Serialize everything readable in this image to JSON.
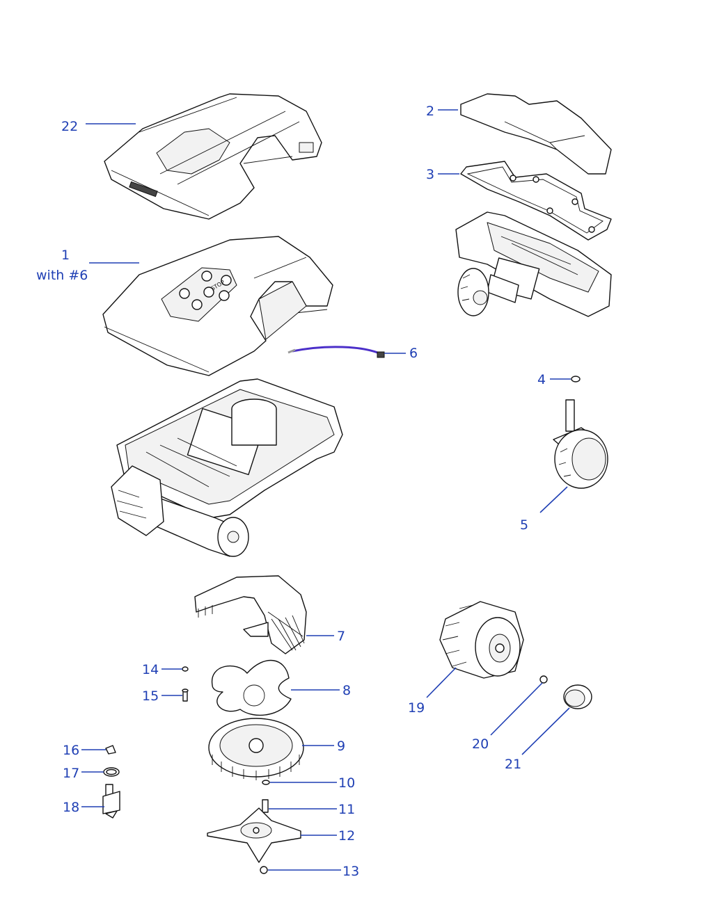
{
  "labels": {
    "p1_line1": "1",
    "p1_line2": "with #6",
    "p2": "2",
    "p3": "3",
    "p4": "4",
    "p5": "5",
    "p6": "6",
    "p7": "7",
    "p8": "8",
    "p9": "9",
    "p10": "10",
    "p11": "11",
    "p12": "12",
    "p13": "13",
    "p14": "14",
    "p15": "15",
    "p16": "16",
    "p17": "17",
    "p18": "18",
    "p19": "19",
    "p20": "20",
    "p21": "21",
    "p22": "22"
  },
  "keypad_text": "STOP",
  "colors": {
    "label": "#1f3fb4",
    "line_art": "#111111",
    "cable": "#4b2fc9",
    "background": "#ffffff"
  }
}
